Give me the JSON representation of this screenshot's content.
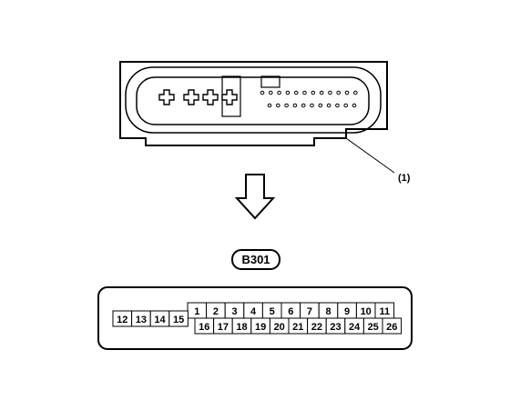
{
  "callout": "(1)",
  "connector_id": "B301",
  "pins_top": [
    "1",
    "2",
    "3",
    "4",
    "5",
    "6",
    "7",
    "8",
    "9",
    "10",
    "11"
  ],
  "pins_bottom": [
    "16",
    "17",
    "18",
    "19",
    "20",
    "21",
    "22",
    "23",
    "24",
    "25",
    "26"
  ],
  "pins_left": [
    "12",
    "13",
    "14",
    "15"
  ]
}
